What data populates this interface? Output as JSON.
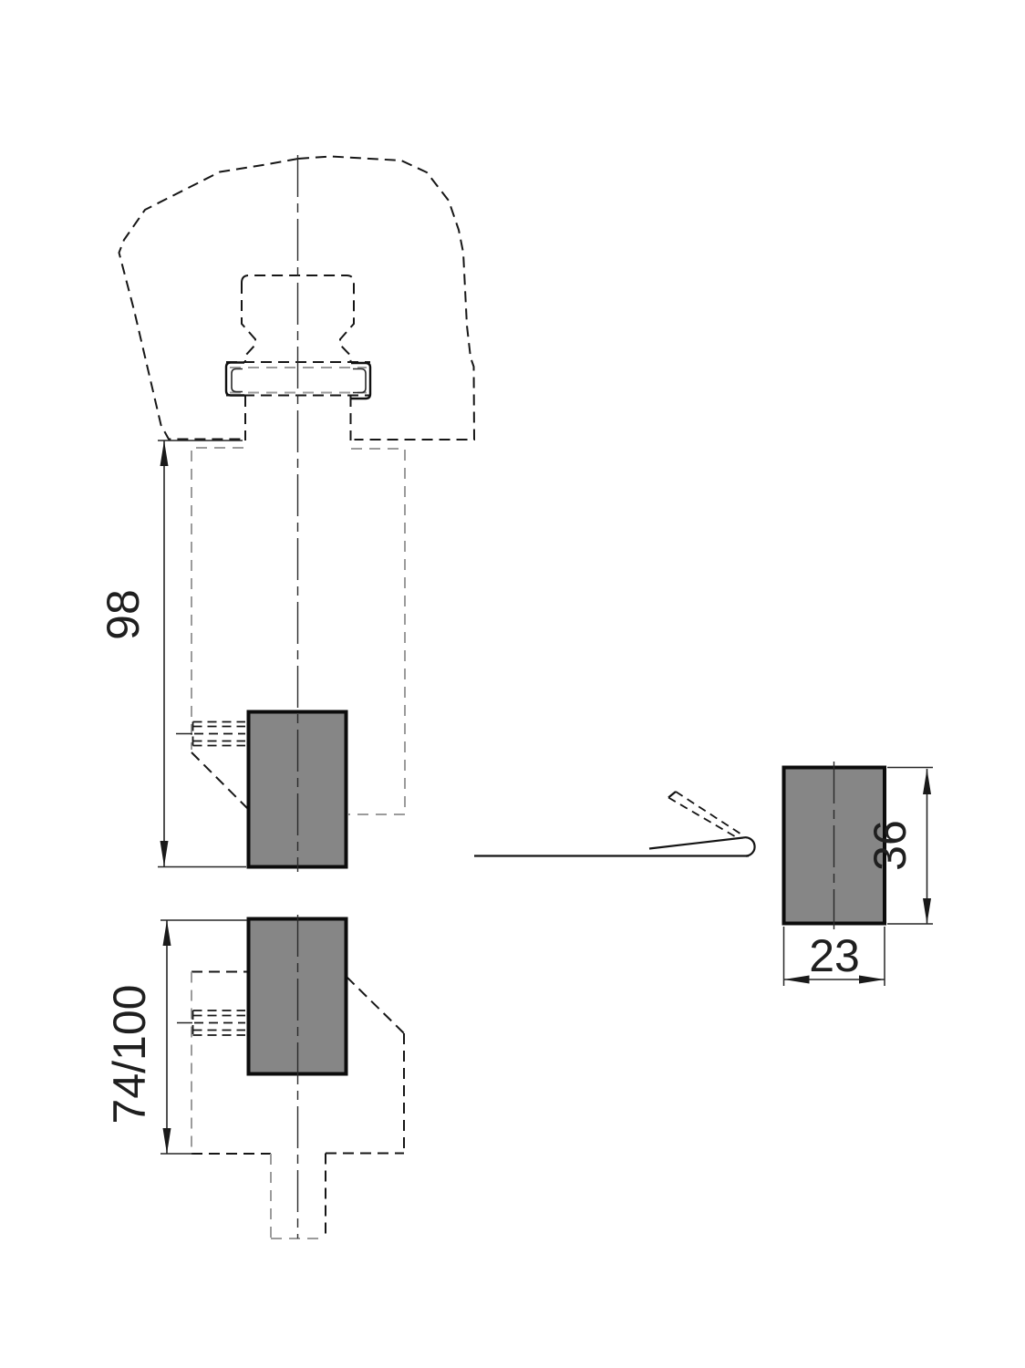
{
  "drawing": {
    "type": "technical-drawing",
    "description": "Sewing machine presser-bar flat spring clip: front view, bottom view and side view with dimensions",
    "dimensions": {
      "stroke_upper": "98",
      "stroke_lower": "74/100",
      "block_height": "36",
      "block_width": "23"
    },
    "colors": {
      "background": "#ffffff",
      "line_dark": "#161616",
      "line_gray": "#9b9b9b",
      "block_fill": "#868686",
      "block_border": "#0c0c0c",
      "text_color": "#1f1f1f"
    }
  }
}
